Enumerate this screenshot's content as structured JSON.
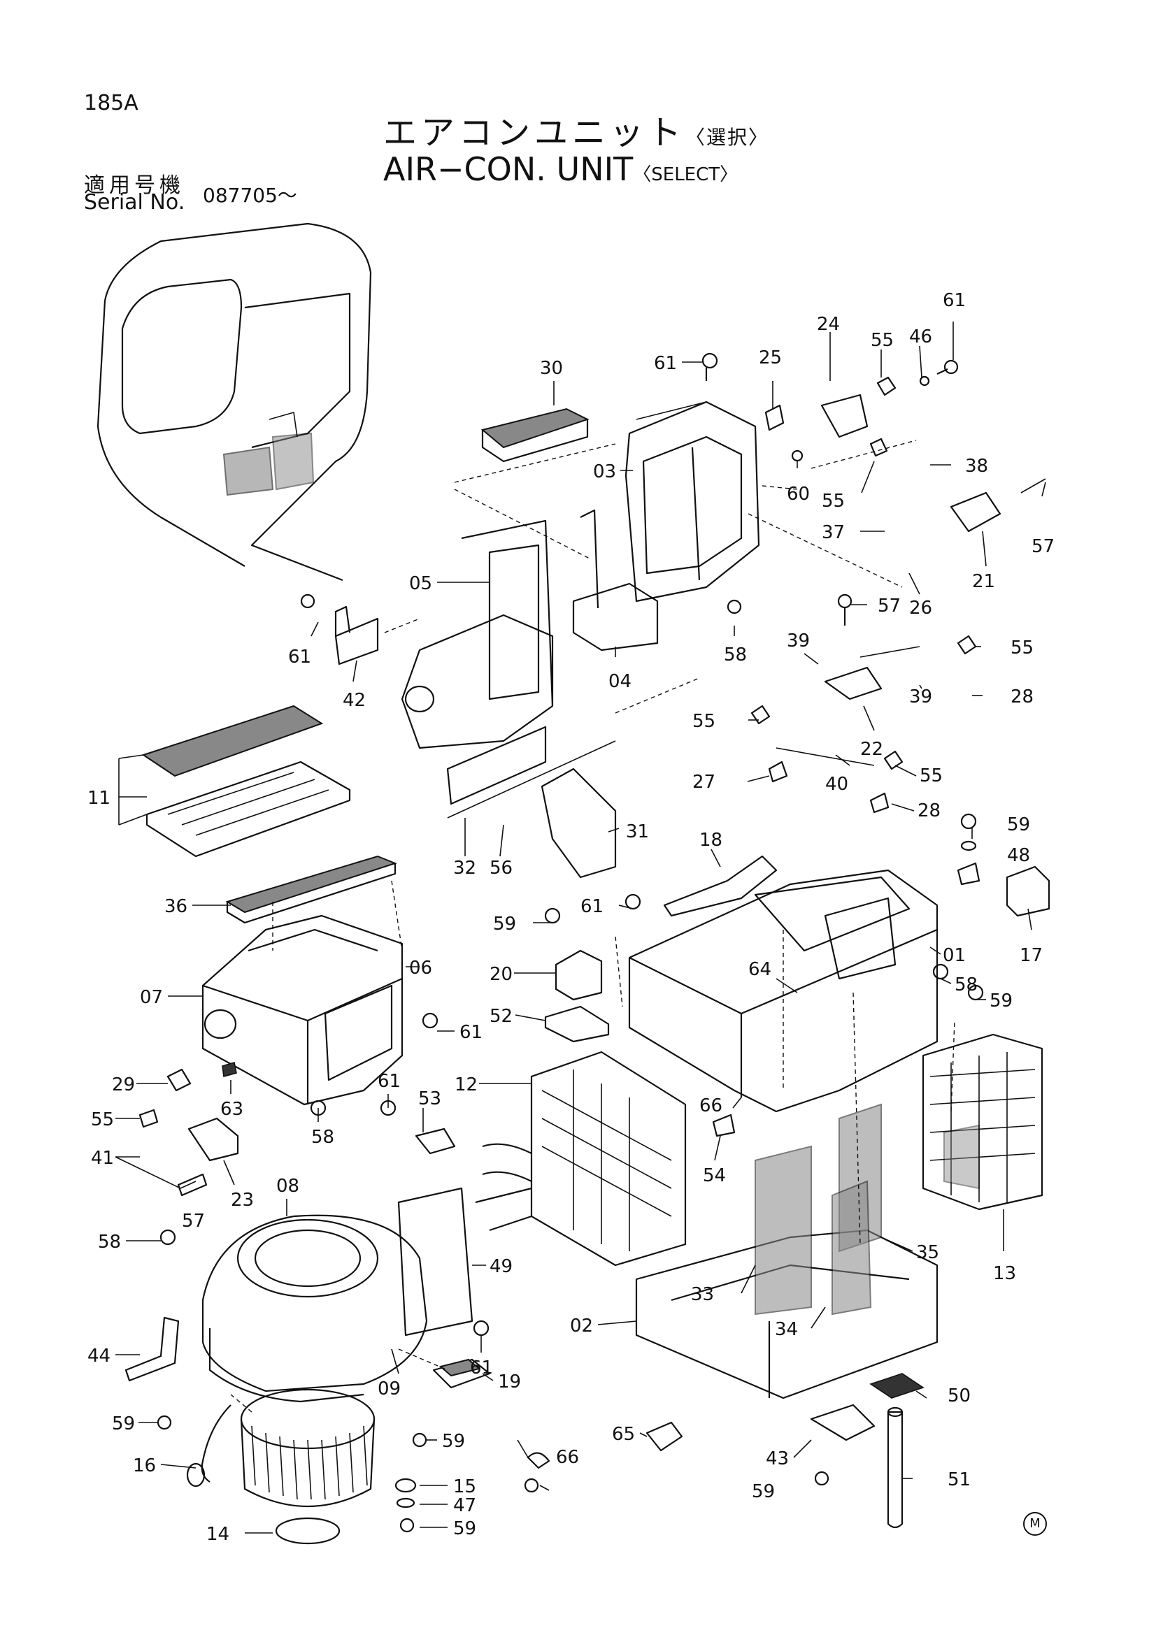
{
  "header": {
    "page_number": "185A",
    "title_jp": "エアコンユニット",
    "title_jp_suffix": "〈選択〉",
    "title_en": "AIR−CON. UNIT",
    "title_en_suffix": "〈SELECT〉",
    "serial_label_jp": "適用号機",
    "serial_label_en": "Serial No.",
    "serial_value": "087705～"
  },
  "callouts": [
    "30",
    "61",
    "25",
    "24",
    "55",
    "46",
    "61",
    "03",
    "60",
    "55",
    "38",
    "57",
    "37",
    "21",
    "26",
    "05",
    "04",
    "57",
    "58",
    "61",
    "42",
    "39",
    "55",
    "39",
    "28",
    "11",
    "55",
    "22",
    "27",
    "40",
    "55",
    "28",
    "59",
    "48",
    "31",
    "32",
    "56",
    "18",
    "36",
    "61",
    "59",
    "17",
    "01",
    "20",
    "64",
    "58",
    "06",
    "07",
    "52",
    "61",
    "59",
    "29",
    "12",
    "63",
    "61",
    "53",
    "66",
    "55",
    "54",
    "41",
    "58",
    "23",
    "57",
    "08",
    "58",
    "49",
    "35",
    "13",
    "33",
    "02",
    "34",
    "44",
    "61",
    "09",
    "19",
    "50",
    "59",
    "59",
    "65",
    "43",
    "66",
    "16",
    "15",
    "59",
    "51",
    "47",
    "14",
    "59"
  ],
  "mark": "M"
}
